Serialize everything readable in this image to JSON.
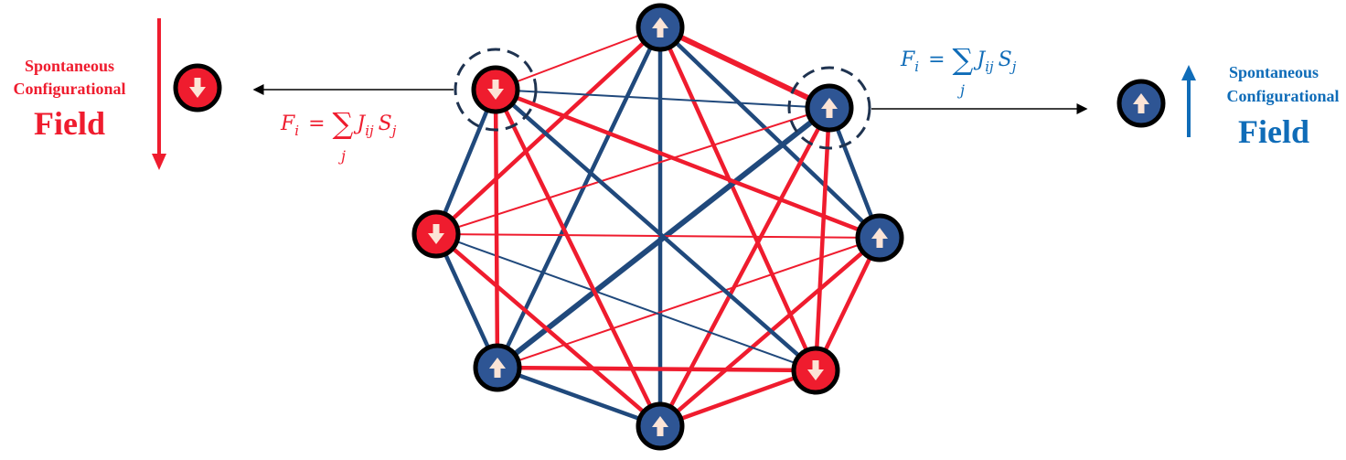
{
  "colors": {
    "red": "#EF1C2E",
    "blue": "#20497C",
    "node_blue": "#2E5594",
    "arrow_fill": "#FCE4D6",
    "node_border": "#000000",
    "label_blue": "#0F6CB8",
    "dashed": "#1F3350",
    "connector": "#000000"
  },
  "left_panel": {
    "line1": "Spontaneous",
    "line2": "Configurational",
    "line3": "Field",
    "field_direction": "down",
    "spin": "down",
    "formula": {
      "lhs": "F",
      "lhs_sub": "i",
      "eq": "=",
      "sum": "∑",
      "sum_sub": "j",
      "term": "J",
      "term_sub": "ij",
      "spin_var": "S",
      "spin_sub": "j"
    }
  },
  "right_panel": {
    "line1": "Spontaneous",
    "line2": "Configurational",
    "line3": "Field",
    "field_direction": "up",
    "spin": "up",
    "formula": {
      "lhs": "F",
      "lhs_sub": "i",
      "eq": "=",
      "sum": "∑",
      "sum_sub": "j",
      "term": "J",
      "term_sub": "ij",
      "spin_var": "S",
      "spin_sub": "j"
    }
  },
  "network": {
    "nodes": [
      {
        "id": "top",
        "spin": "up",
        "highlighted": false
      },
      {
        "id": "upper-right",
        "spin": "up",
        "highlighted": true
      },
      {
        "id": "right",
        "spin": "up",
        "highlighted": false
      },
      {
        "id": "lower-right",
        "spin": "down",
        "highlighted": false
      },
      {
        "id": "bottom",
        "spin": "up",
        "highlighted": false
      },
      {
        "id": "lower-left",
        "spin": "up",
        "highlighted": false
      },
      {
        "id": "left",
        "spin": "down",
        "highlighted": false
      },
      {
        "id": "upper-left",
        "spin": "down",
        "highlighted": true
      }
    ],
    "edges": [
      {
        "a": 0,
        "b": 1,
        "coupling": "red",
        "strength": "strong"
      },
      {
        "a": 0,
        "b": 2,
        "coupling": "blue",
        "strength": "normal"
      },
      {
        "a": 0,
        "b": 3,
        "coupling": "red",
        "strength": "normal"
      },
      {
        "a": 0,
        "b": 4,
        "coupling": "blue",
        "strength": "normal"
      },
      {
        "a": 0,
        "b": 5,
        "coupling": "blue",
        "strength": "normal"
      },
      {
        "a": 0,
        "b": 6,
        "coupling": "red",
        "strength": "normal"
      },
      {
        "a": 0,
        "b": 7,
        "coupling": "red",
        "strength": "thin"
      },
      {
        "a": 1,
        "b": 2,
        "coupling": "blue",
        "strength": "normal"
      },
      {
        "a": 1,
        "b": 3,
        "coupling": "red",
        "strength": "normal"
      },
      {
        "a": 1,
        "b": 4,
        "coupling": "red",
        "strength": "normal"
      },
      {
        "a": 1,
        "b": 5,
        "coupling": "blue",
        "strength": "strong"
      },
      {
        "a": 1,
        "b": 6,
        "coupling": "red",
        "strength": "thin"
      },
      {
        "a": 1,
        "b": 7,
        "coupling": "blue",
        "strength": "thin"
      },
      {
        "a": 2,
        "b": 3,
        "coupling": "red",
        "strength": "normal"
      },
      {
        "a": 2,
        "b": 4,
        "coupling": "red",
        "strength": "normal"
      },
      {
        "a": 2,
        "b": 5,
        "coupling": "red",
        "strength": "thin"
      },
      {
        "a": 2,
        "b": 6,
        "coupling": "red",
        "strength": "thin"
      },
      {
        "a": 2,
        "b": 7,
        "coupling": "red",
        "strength": "normal"
      },
      {
        "a": 3,
        "b": 4,
        "coupling": "red",
        "strength": "normal"
      },
      {
        "a": 3,
        "b": 5,
        "coupling": "red",
        "strength": "normal"
      },
      {
        "a": 3,
        "b": 6,
        "coupling": "blue",
        "strength": "thin"
      },
      {
        "a": 3,
        "b": 7,
        "coupling": "blue",
        "strength": "normal"
      },
      {
        "a": 4,
        "b": 5,
        "coupling": "blue",
        "strength": "normal"
      },
      {
        "a": 4,
        "b": 6,
        "coupling": "red",
        "strength": "normal"
      },
      {
        "a": 4,
        "b": 7,
        "coupling": "red",
        "strength": "normal"
      },
      {
        "a": 5,
        "b": 6,
        "coupling": "blue",
        "strength": "normal"
      },
      {
        "a": 5,
        "b": 7,
        "coupling": "red",
        "strength": "normal"
      },
      {
        "a": 6,
        "b": 7,
        "coupling": "blue",
        "strength": "normal"
      }
    ]
  }
}
